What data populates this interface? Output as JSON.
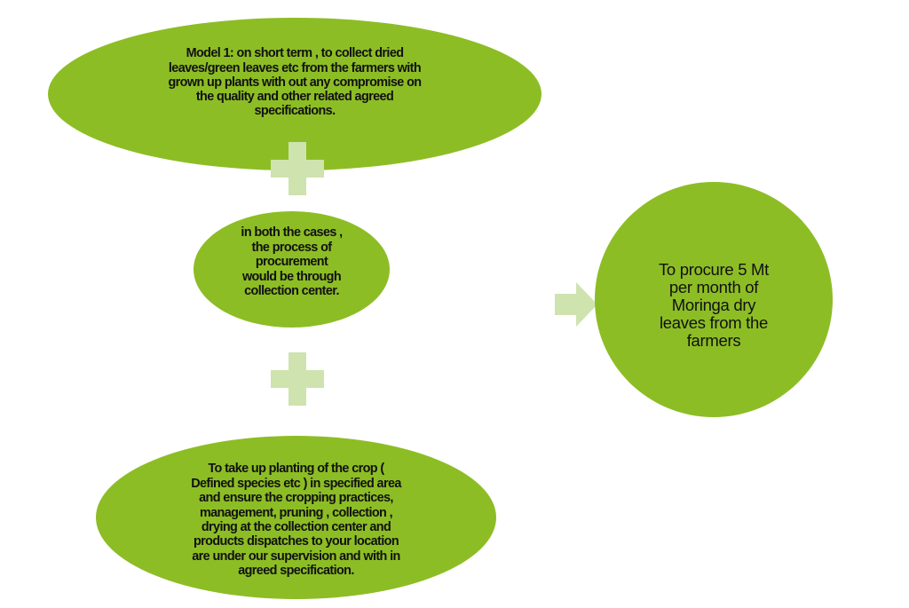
{
  "diagram": {
    "colors": {
      "node_fill": "#8dbd25",
      "connector_fill": "#cfe3ae"
    },
    "nodes": {
      "model_short_term": "Model 1: on short term , to collect dried\nleaves/green leaves etc from the farmers with\ngrown up plants  with out any compromise on\nthe quality and other related agreed\nspecifications.",
      "procurement_process": "in both the cases ,\nthe process of\nprocurement\nwould be through\ncollection center.",
      "planting_model": "To take up planting of the crop (\nDefined species etc ) in specified area\nand ensure the cropping practices,\nmanagement, pruning , collection ,\ndrying at the collection center and\nproducts dispatches to your location\nare under our supervision and with in\nagreed specification.",
      "goal": "To procure 5 Mt\nper month of\nMoringa dry\nleaves from the\nfarmers"
    },
    "connectors": {
      "plus_1": "plus-icon",
      "plus_2": "plus-icon",
      "arrow": "right-arrow-icon"
    }
  }
}
